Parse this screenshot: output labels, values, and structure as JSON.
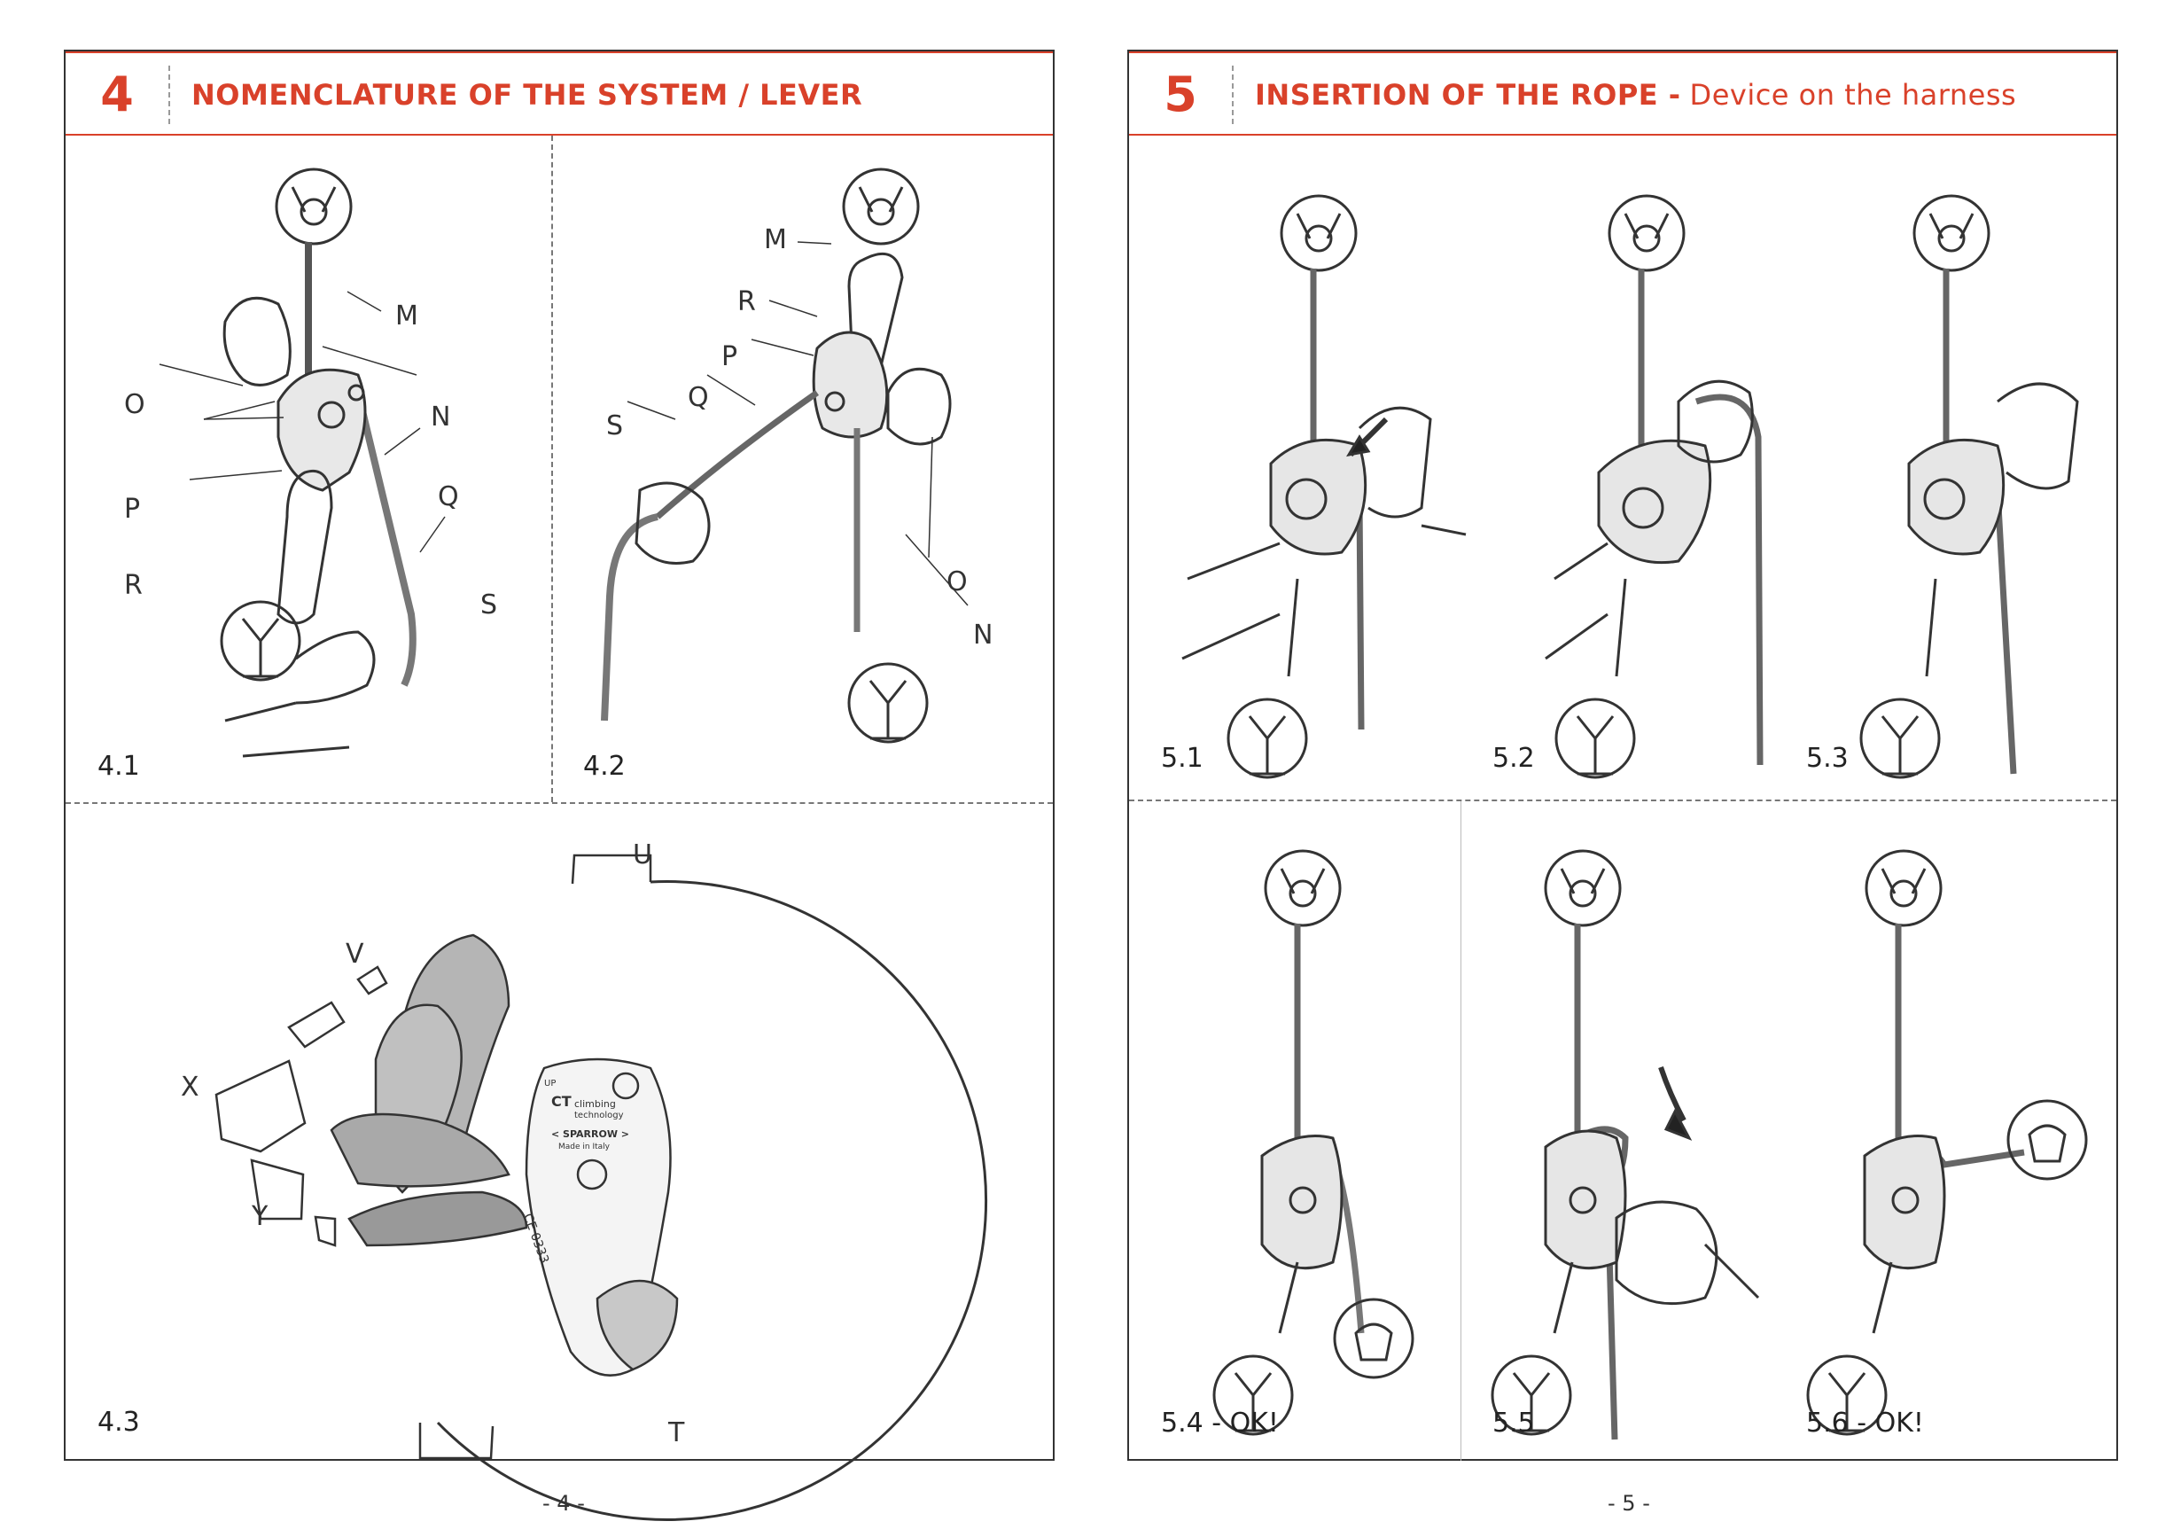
{
  "left_page": {
    "section_number": "4",
    "title": "NOMENCLATURE OF THE SYSTEM / LEVER",
    "figures": {
      "f41": "4.1",
      "f42": "4.2",
      "f43": "4.3"
    },
    "letters_41": {
      "M": "M",
      "N": "N",
      "O": "O",
      "P": "P",
      "Q": "Q",
      "R": "R",
      "S": "S"
    },
    "letters_42": {
      "M": "M",
      "R": "R",
      "P": "P",
      "Q": "Q",
      "S": "S",
      "O": "O",
      "N": "N"
    },
    "letters_43": {
      "U": "U",
      "V": "V",
      "X": "X",
      "Y": "Y",
      "T": "T"
    },
    "device_print": {
      "brand": "CT",
      "brand_line1": "climbing",
      "brand_line2": "technology",
      "model": "< SPARROW >",
      "made_in": "Made in Italy",
      "ce": "CE 0333",
      "up": "UP"
    },
    "page_number": "- 4 -"
  },
  "right_page": {
    "section_number": "5",
    "title": "INSERTION OF THE ROPE -",
    "subtitle": "Device on the harness",
    "figures": {
      "f51": "5.1",
      "f52": "5.2",
      "f53": "5.3",
      "f54": "5.4 - OK!",
      "f55": "5.5",
      "f56": "5.6 - OK!"
    },
    "page_number": "- 5 -"
  },
  "colors": {
    "accent": "#d9412a",
    "line": "#333333",
    "shade": "#a9a9a9"
  }
}
